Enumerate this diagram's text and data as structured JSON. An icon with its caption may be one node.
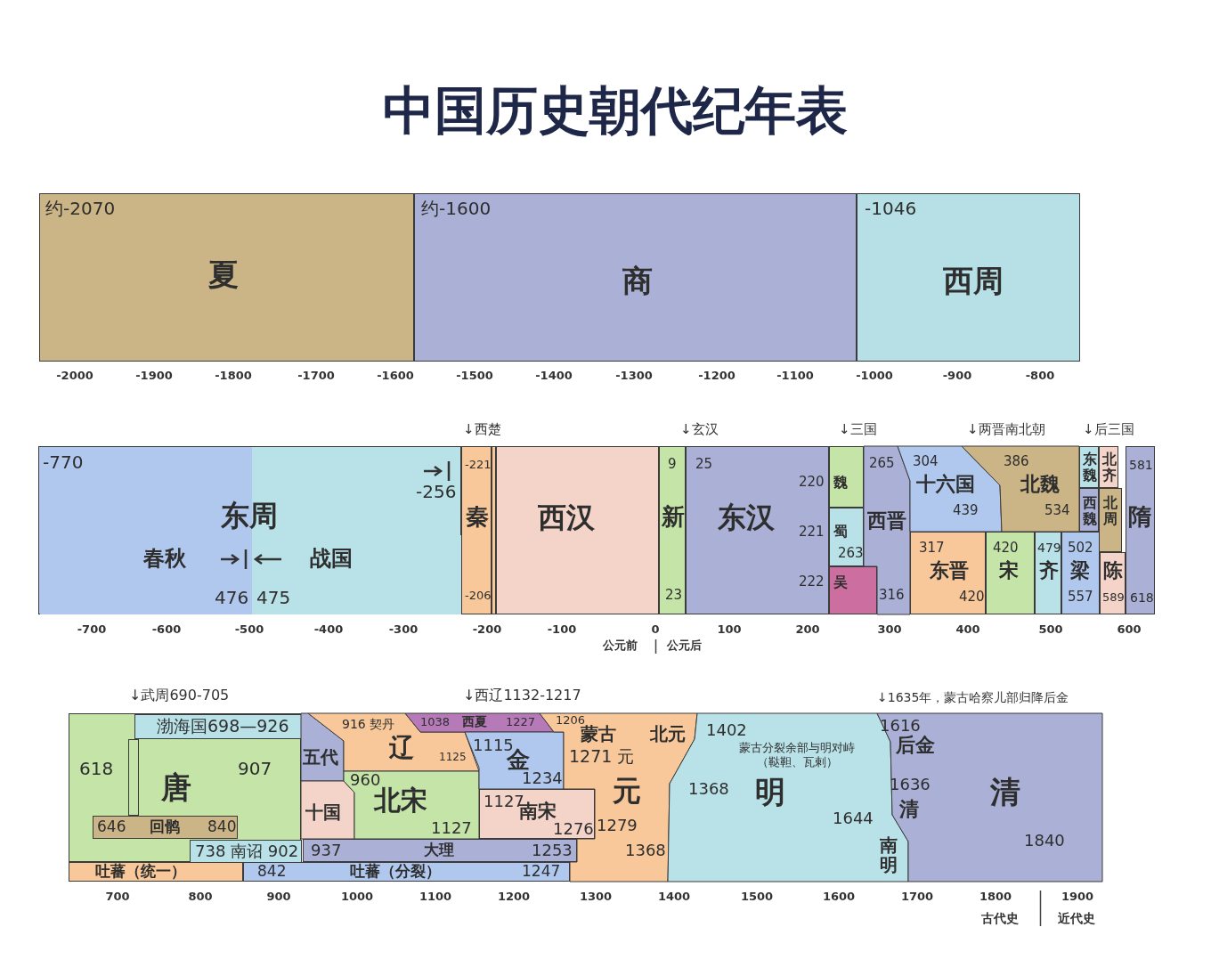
{
  "diagram": {
    "title": "中国历史朝代纪年表",
    "nodes": [
      {
        "text": [
          "约-2070",
          "夏"
        ]
      },
      {
        "text": [
          "约-1600",
          "商"
        ]
      },
      {
        "text": [
          "-1046",
          "西周"
        ]
      },
      {
        "text": [
          "-770",
          "东周",
          "-256"
        ]
      },
      {
        "text": [
          "春秋",
          "476"
        ],
        "in": 3
      },
      {
        "text": [
          "战国",
          "475"
        ],
        "in": 3
      },
      {
        "text": [
          "-221",
          "秦",
          "-206"
        ]
      },
      {
        "text": [],
        "shape": "bar"
      },
      {
        "text": [
          "西汉"
        ]
      },
      {
        "text": [
          "9",
          "新",
          "23"
        ]
      },
      {
        "text": [
          "25",
          "东汉",
          "220",
          "221",
          "222"
        ]
      },
      {
        "text": [
          "魏"
        ]
      },
      {
        "text": [
          "蜀",
          "263"
        ]
      },
      {
        "text": [
          "吴"
        ]
      },
      {
        "text": [
          "265",
          "西晋",
          "316"
        ]
      },
      {
        "text": [
          "304",
          "十六国",
          "439"
        ]
      },
      {
        "text": [
          "386",
          "北魏",
          "534"
        ]
      },
      {
        "text": [
          "317",
          "东晋",
          "420"
        ]
      },
      {
        "text": [
          "420",
          "宋"
        ]
      },
      {
        "text": [
          "479",
          "齐"
        ]
      },
      {
        "text": [
          "502",
          "梁",
          "557"
        ]
      },
      {
        "text": [
          "东魏"
        ]
      },
      {
        "text": [
          "西魏"
        ]
      },
      {
        "text": [
          "北齐"
        ]
      },
      {
        "text": [
          "北周"
        ]
      },
      {
        "text": [
          "陈",
          "589"
        ]
      },
      {
        "text": [
          "581",
          "隋",
          "618"
        ]
      },
      {
        "text": [
          "618",
          "唐",
          "907"
        ]
      },
      {
        "text": [],
        "shape": "bar",
        "in": 27
      },
      {
        "text": [
          "渤海国698—926"
        ],
        "in": 27
      },
      {
        "text": [
          "646",
          "回鹘",
          "840"
        ],
        "in": 27
      },
      {
        "text": [
          "738 南诏 902"
        ],
        "in": 27
      },
      {
        "text": [
          "吐蕃（统一）"
        ]
      },
      {
        "text": [
          "842",
          "吐蕃（分裂）",
          "1247"
        ]
      },
      {
        "text": [
          "937",
          "大理",
          "1253"
        ]
      },
      {
        "text": [
          "五代"
        ]
      },
      {
        "text": [
          "十国"
        ]
      },
      {
        "text": [
          "916 契丹",
          "辽",
          "1125"
        ]
      },
      {
        "text": [
          "960",
          "北宋",
          "1127"
        ]
      },
      {
        "text": [
          "1038",
          "西夏",
          "1227"
        ]
      },
      {
        "text": [
          "1115",
          "金",
          "1234"
        ]
      },
      {
        "text": [
          "1127",
          "南宋",
          "1276"
        ]
      },
      {
        "text": [
          "1206",
          "蒙古",
          "北元",
          "1271 元",
          "元",
          "1279",
          "1368"
        ]
      },
      {
        "text": [
          "1402",
          "蒙古分裂余部与明对峙（鞑靼、瓦剌）",
          "1368",
          "明",
          "1644",
          "南明"
        ]
      },
      {
        "text": [
          "1616",
          "后金",
          "1636",
          "清",
          "清",
          "1840"
        ]
      }
    ],
    "labels": [
      "-2000",
      "-1900",
      "-1800",
      "-1700",
      "-1600",
      "-1500",
      "-1400",
      "-1300",
      "-1200",
      "-1100",
      "-1000",
      "-900",
      "-800",
      "↓西楚",
      "↓玄汉",
      "↓三国",
      "↓两晋南北朝",
      "↓后三国",
      "-700",
      "-600",
      "-500",
      "-400",
      "-300",
      "-200",
      "-100",
      "0",
      "100",
      "200",
      "300",
      "400",
      "500",
      "600",
      "公元前",
      "公元后",
      "↓武周690-705",
      "↓西辽1132-1217",
      "↓1635年，蒙古哈察儿部归降后金",
      "700",
      "800",
      "900",
      "1000",
      "1100",
      "1200",
      "1300",
      "1400",
      "1500",
      "1600",
      "1700",
      "1800",
      "1900",
      "古代史",
      "近代史"
    ]
  }
}
